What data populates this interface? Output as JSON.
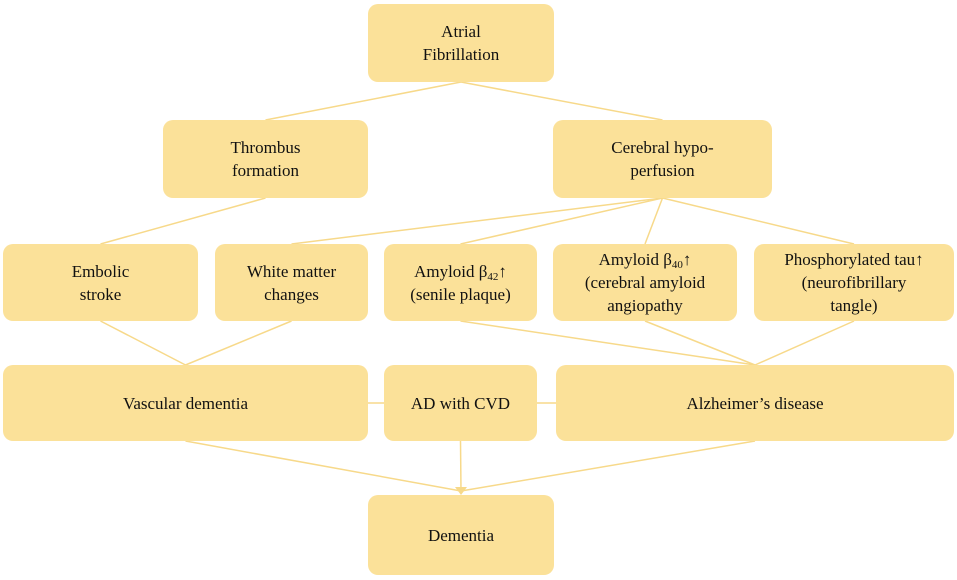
{
  "colors": {
    "node_fill": "#fbe199",
    "edge": "#f7d98a",
    "text": "#111111"
  },
  "nodes": {
    "af": {
      "label": "Atrial\nFibrillation"
    },
    "thrombus": {
      "label": "Thrombus\nformation"
    },
    "hypo": {
      "label": "Cerebral hypo-\nperfusion"
    },
    "embolic": {
      "label": "Embolic\nstroke"
    },
    "white": {
      "label": "White matter\nchanges"
    },
    "ab42": {
      "line1_prefix": "Amyloid β",
      "line1_sub": "42",
      "line1_suffix": "↑",
      "rest": "(senile plaque)"
    },
    "ab40": {
      "line1_prefix": "Amyloid β",
      "line1_sub": "40",
      "line1_suffix": "↑",
      "rest": "(cerebral amyloid\nangiopathy"
    },
    "tau": {
      "label": "Phosphorylated tau↑\n(neurofibrillary\ntangle)"
    },
    "vascular": {
      "label": "Vascular dementia"
    },
    "adcvd": {
      "label": "AD with CVD"
    },
    "alz": {
      "label": "Alzheimer’s disease"
    },
    "dementia": {
      "label": "Dementia"
    }
  },
  "edges": [
    [
      "af",
      "thrombus"
    ],
    [
      "af",
      "hypo"
    ],
    [
      "thrombus",
      "embolic"
    ],
    [
      "hypo",
      "white"
    ],
    [
      "hypo",
      "ab42"
    ],
    [
      "hypo",
      "ab40"
    ],
    [
      "hypo",
      "tau"
    ],
    [
      "embolic",
      "vascular"
    ],
    [
      "white",
      "vascular"
    ],
    [
      "ab42",
      "alz"
    ],
    [
      "ab40",
      "alz"
    ],
    [
      "tau",
      "alz"
    ],
    [
      "vascular",
      "adcvd"
    ],
    [
      "alz",
      "adcvd"
    ],
    [
      "vascular",
      "dementia"
    ],
    [
      "adcvd",
      "dementia"
    ],
    [
      "alz",
      "dementia"
    ]
  ]
}
